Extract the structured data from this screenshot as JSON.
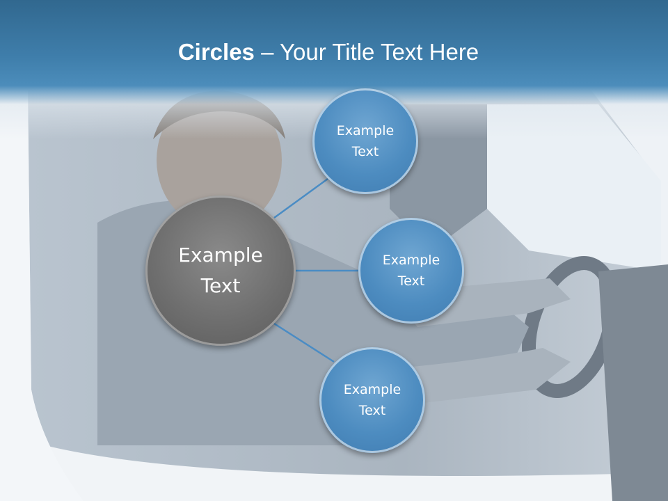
{
  "title": {
    "bold": "Circles",
    "rest": " – Your Title Text Here"
  },
  "diagram": {
    "center": {
      "line1": "Example",
      "line2": "Text"
    },
    "satellites": [
      {
        "line1": "Example",
        "line2": "Text"
      },
      {
        "line1": "Example",
        "line2": "Text"
      },
      {
        "line1": "Example",
        "line2": "Text"
      }
    ]
  },
  "colors": {
    "header": "#3f7eab",
    "center_circle": "#6f6f6f",
    "satellite_circle": "#4d8cc0",
    "connector": "#4a8cc4"
  }
}
